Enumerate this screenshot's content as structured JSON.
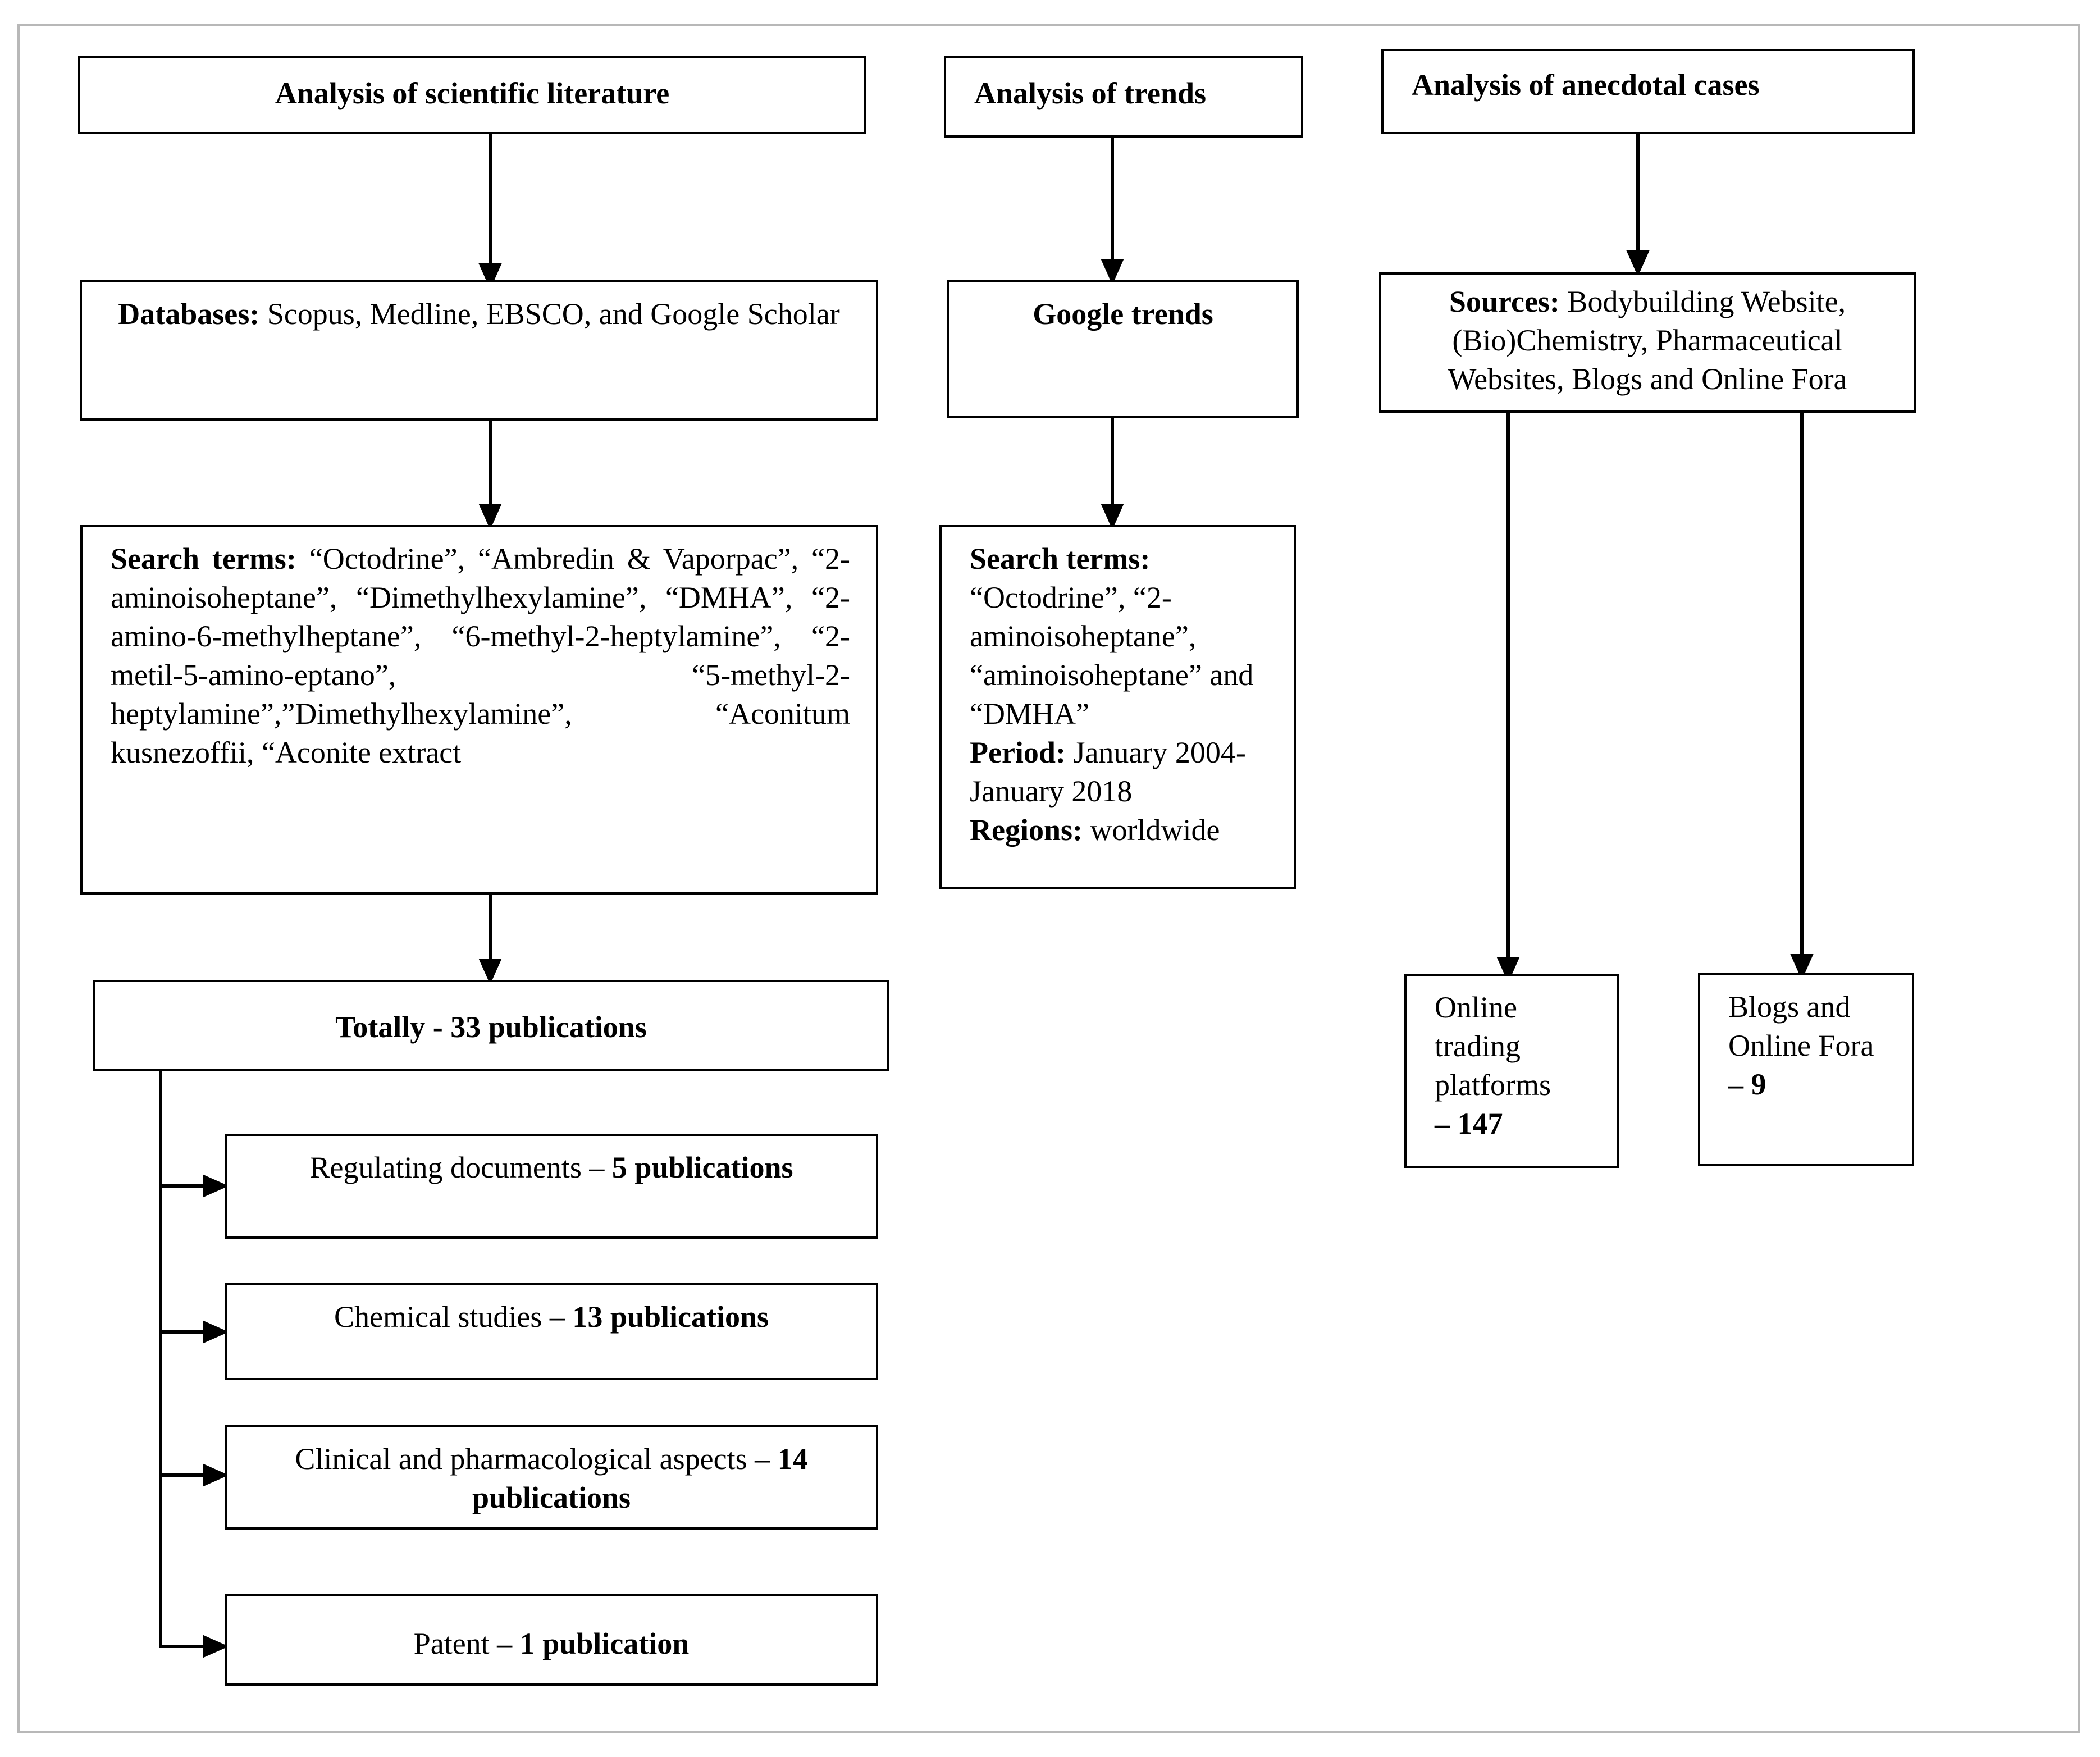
{
  "scientific": {
    "title": "Analysis of scientific literature",
    "databases": {
      "label": "Databases:",
      "text": " Scopus, Medline, EBSCO, and Google Scholar"
    },
    "search": {
      "label": "Search terms:",
      "text": " “Octodrine”, “Ambredin & Vaporpac”, “2-aminoisoheptane”, “Dimethylhexylamine”, “DMHA”, “2-amino-6-methylheptane”, “6-methyl-2-heptylamine”, “2-metil-5-amino-eptano”, “5-methyl-2-heptylamine”,”Dimethylhexylamine”, “Aconitum kusnezoffii, “Aconite extract"
    },
    "total": "Totally - 33 publications",
    "categories": [
      {
        "label": "Regulating documents – ",
        "count": "5 publications"
      },
      {
        "label": "Chemical studies – ",
        "count": "13 publications"
      },
      {
        "label": "Clinical and pharmacological aspects – ",
        "count": "14 publications"
      },
      {
        "label": "Patent – ",
        "count": "1 publication"
      }
    ]
  },
  "trends": {
    "title": "Analysis of trends",
    "source": "Google trends",
    "search_label": "Search terms:",
    "search_text": "“Octodrine”, “2-aminoisoheptane”, “aminoisoheptane” and “DMHA”",
    "period_label": "Period:",
    "period_text": " January 2004-January 2018",
    "regions_label": "Regions:",
    "regions_text": " worldwide"
  },
  "anecdotal": {
    "title": "Analysis of anecdotal cases",
    "sources_label": "Sources:",
    "sources_text": " Bodybuilding Website, (Bio)Chemistry, Pharmaceutical Websites, Blogs and Online Fora",
    "trading": {
      "label": "Online trading platforms",
      "count": "– 147"
    },
    "blogs": {
      "label": "Blogs and Online Fora",
      "count": "– 9"
    }
  }
}
